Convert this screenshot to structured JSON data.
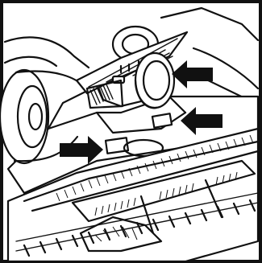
{
  "figure": {
    "subject": "vacuum-cleaner-underside-brush-roll",
    "colors": {
      "ink": "#111111",
      "paper": "#ffffff",
      "frame": "#111111"
    },
    "callouts": [
      {
        "name": "arrow-belt-guard",
        "direction": "left"
      },
      {
        "name": "arrow-tab",
        "direction": "left"
      },
      {
        "name": "arrow-slot",
        "direction": "right"
      }
    ]
  }
}
